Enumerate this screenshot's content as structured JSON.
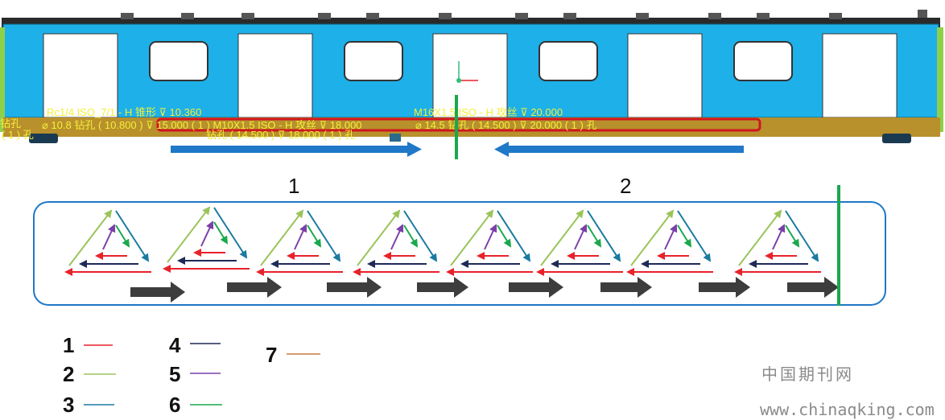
{
  "annotations": {
    "line1": "Rc1/4 ISO_7/1 - H 锥形 ⊽ 10.360",
    "line2": "⌀ 10.8 钻孔 ( 10.800 ) ⊽ 15.000  ( 1 ) M10X1.5 ISO - H 攻丝 ⊽ 18.000",
    "line3": "M16X1.5 ISO - H 攻丝 ⊽ 20.000",
    "line4": "⌀ 14.5 钻孔 ( 14.500 ) ⊽ 20.000  ( 1 ) 孔",
    "line5": "钻孔 ( 14.500 ) ⊽ 18.000  ( 1 ) 孔",
    "left_a": "钻孔",
    "left_b": "( 1 ) 孔"
  },
  "zones": {
    "zone_1": "1",
    "zone_2": "2"
  },
  "legend": [
    {
      "label": "1",
      "color": "#e8222a"
    },
    {
      "label": "2",
      "color": "#9bc45a"
    },
    {
      "label": "3",
      "color": "#1a7aa0"
    },
    {
      "label": "4",
      "color": "#1f2a56"
    },
    {
      "label": "5",
      "color": "#7a3fa8"
    },
    {
      "label": "6",
      "color": "#1ba84d"
    },
    {
      "label": "7",
      "color": "#c97a3c"
    }
  ],
  "watermark": {
    "line1": "中国期刊网",
    "line2": "www.chinaqking.com"
  },
  "colors": {
    "car_body": "#1eb0e8",
    "underframe": "#b8902c",
    "highlight": "#d01620",
    "direction_arrow": "#1f78c8",
    "centerline": "#1ba84d",
    "step_arrow": "#3d3d3d",
    "panel_border": "#1f78c8"
  },
  "icons": [
    "right-arrow-icon",
    "left-arrow-icon",
    "step-arrow-icon",
    "axis-gizmo-icon"
  ]
}
